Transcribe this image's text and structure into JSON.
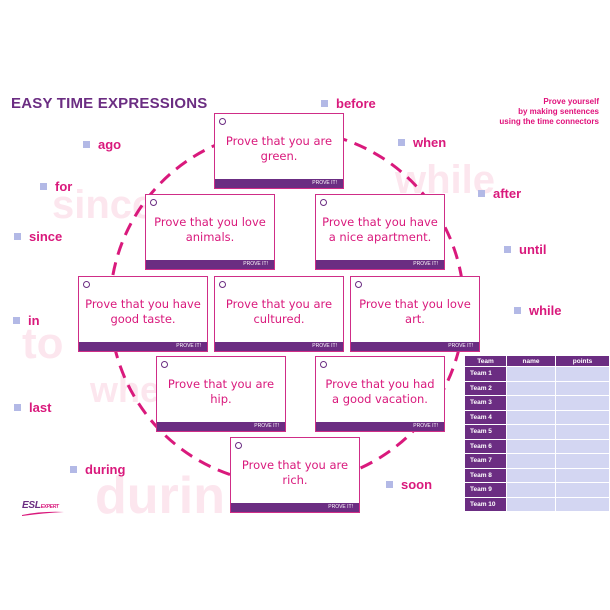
{
  "title": "EASY TIME EXPRESSIONS",
  "instructions": [
    "Prove yourself",
    "by making sentences",
    "using the time connectors"
  ],
  "background_words": [
    "since",
    "while",
    "to",
    "when",
    "durin"
  ],
  "time_words": {
    "before": "before",
    "when": "when",
    "after": "after",
    "until": "until",
    "while": "while",
    "ago": "ago",
    "for": "for",
    "since": "since",
    "in": "in",
    "last": "last",
    "during": "during",
    "soon": "soon"
  },
  "cards": [
    {
      "text": "Prove that you are green.",
      "button": "PROVE IT!"
    },
    {
      "text": "Prove that you love animals.",
      "button": "PROVE IT!"
    },
    {
      "text": "Prove that you have a nice apartment.",
      "button": "PROVE IT!"
    },
    {
      "text": "Prove that you have good taste.",
      "button": "PROVE IT!"
    },
    {
      "text": "Prove that you are cultured.",
      "button": "PROVE IT!"
    },
    {
      "text": "Prove that you love art.",
      "button": "PROVE IT!"
    },
    {
      "text": "Prove that you are hip.",
      "button": "PROVE IT!"
    },
    {
      "text": "Prove that you had a good vacation.",
      "button": "PROVE IT!"
    },
    {
      "text": "Prove that you are rich.",
      "button": "PROVE IT!"
    }
  ],
  "scoreboard": {
    "headers": [
      "Team",
      "name",
      "points"
    ],
    "teams": [
      "Team 1",
      "Team 2",
      "Team 3",
      "Team 4",
      "Team 5",
      "Team 6",
      "Team 7",
      "Team 8",
      "Team 9",
      "Team 10"
    ]
  },
  "logo": {
    "text": "ESL",
    "subtext": "EXPERT"
  },
  "colors": {
    "purple": "#6b2d82",
    "pink": "#d9197c",
    "lavender": "#d3d6f2",
    "bullet": "#b3b9e6"
  }
}
